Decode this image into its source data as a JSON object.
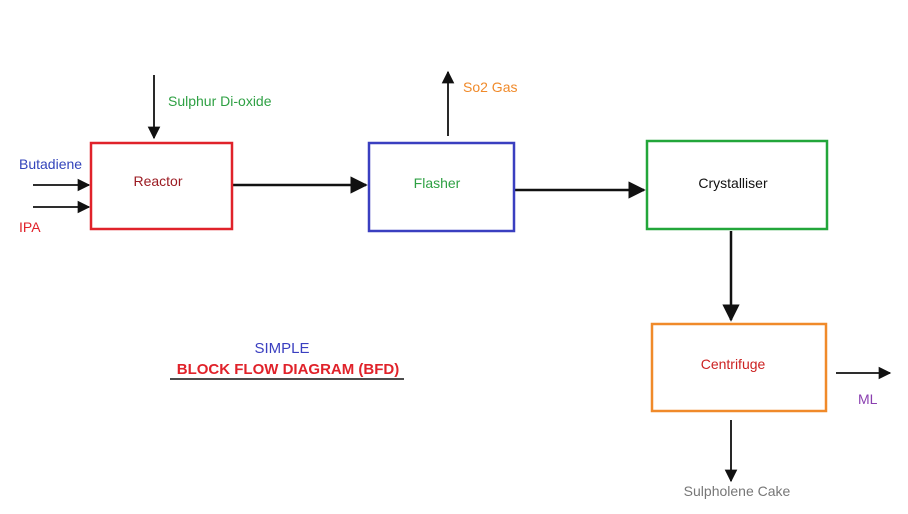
{
  "blocks": {
    "reactor": {
      "label": "Reactor",
      "border": "#e0222a",
      "text": "#9b1b22"
    },
    "flasher": {
      "label": "Flasher",
      "border": "#3a3fc0",
      "text": "#2ea043"
    },
    "crystalliser": {
      "label": "Crystalliser",
      "border": "#22a63a",
      "text": "#111111"
    },
    "centrifuge": {
      "label": "Centrifuge",
      "border": "#f08a2a",
      "text": "#cc2222"
    }
  },
  "streams": {
    "butadiene": {
      "label": "Butadiene",
      "color": "#3344bb"
    },
    "ipa": {
      "label": "IPA",
      "color": "#e0222a"
    },
    "sulphur_dioxide": {
      "label": "Sulphur Di-oxide",
      "color": "#2ea043"
    },
    "so2_gas": {
      "label": "So2 Gas",
      "color": "#f08a2a"
    },
    "ml": {
      "label": "ML",
      "color": "#8a3fb0"
    },
    "sulpholene_cake": {
      "label": "Sulpholene Cake",
      "color": "#777777"
    }
  },
  "title": {
    "line1": "SIMPLE",
    "line2": "BLOCK FLOW DIAGRAM (BFD)",
    "line1_color": "#3a3fc0",
    "line2_color": "#e0222a"
  }
}
